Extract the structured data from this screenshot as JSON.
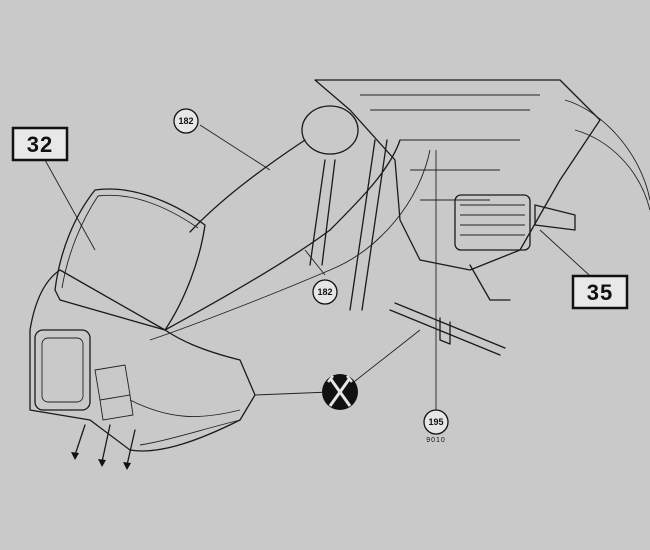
{
  "labels": {
    "part_32": "32",
    "part_35": "35",
    "ref_182_top": "182",
    "ref_182_bottom": "182",
    "ref_195": "195",
    "ref_9010": "9010"
  },
  "colors": {
    "background": "#c9c9c9",
    "ink": "#1a1a1a"
  }
}
